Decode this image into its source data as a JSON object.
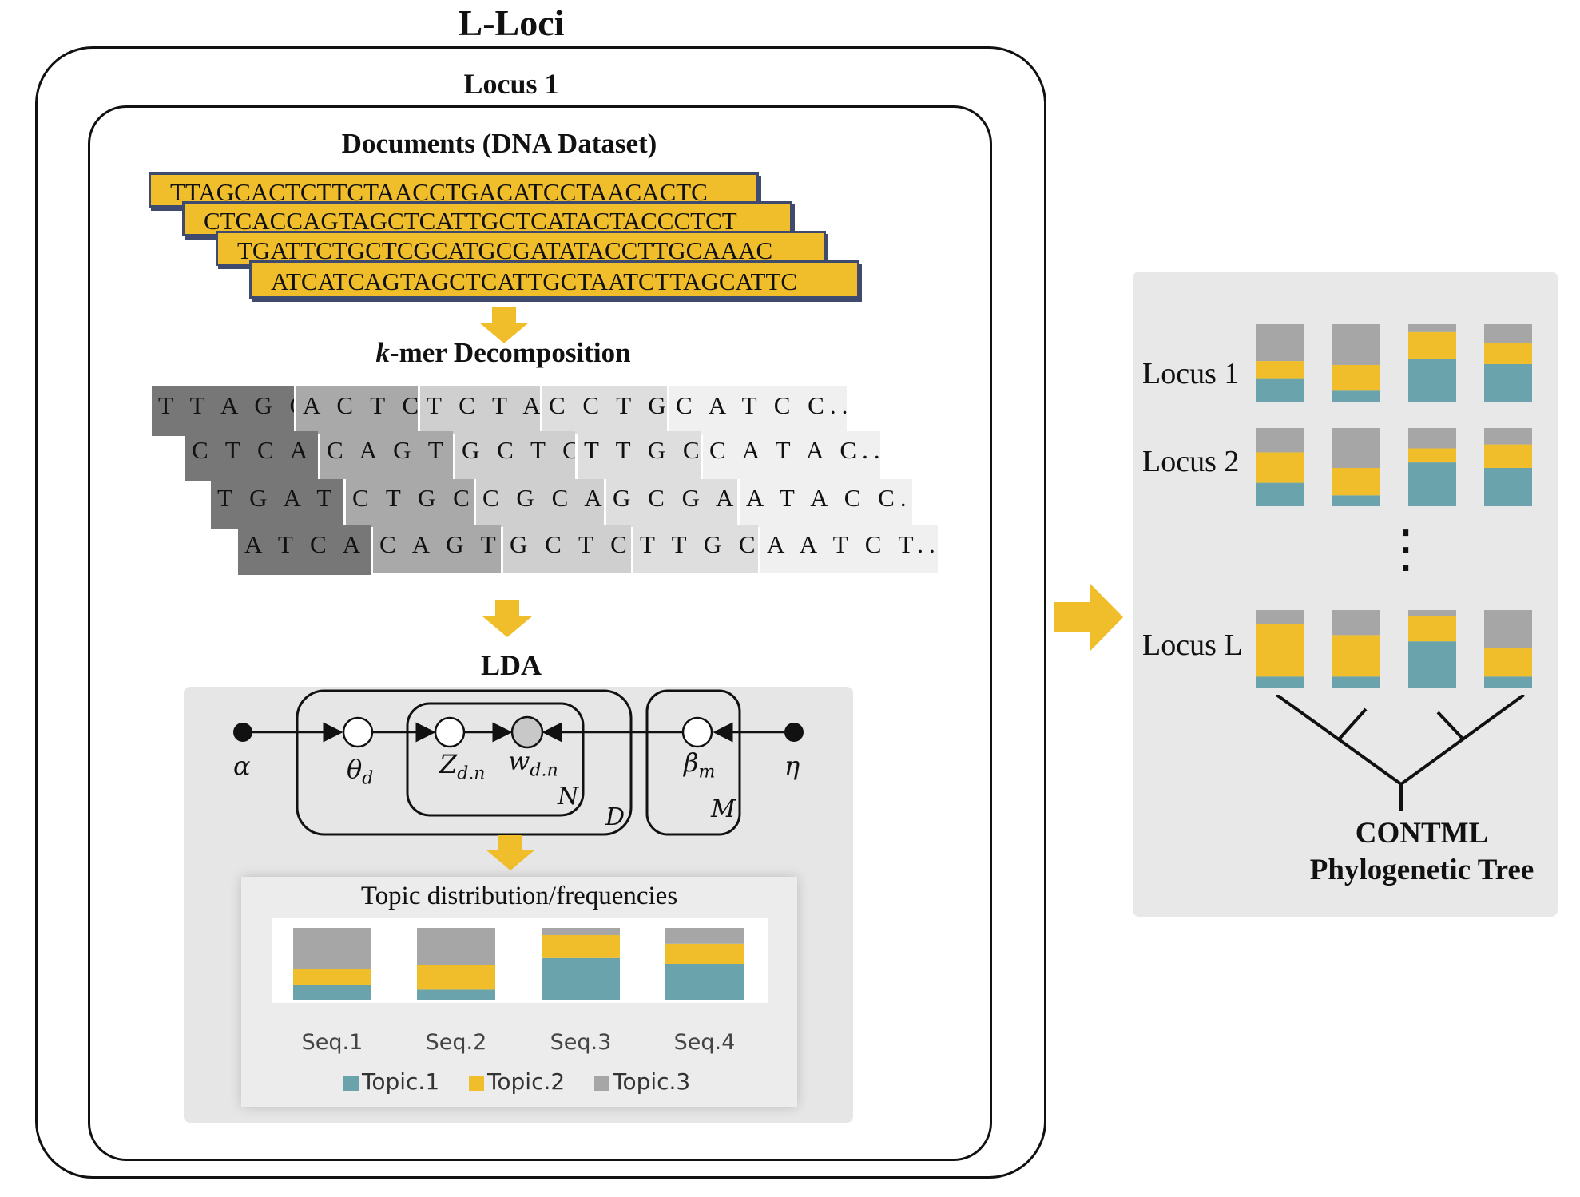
{
  "titles": {
    "outer": "L-Loci",
    "locus": "Locus 1",
    "documents": "Documents (DNA Dataset)",
    "kmer_k": "k",
    "kmer_rest": "-mer Decomposition",
    "lda": "LDA",
    "topic_dist": "Topic distribution/frequencies",
    "contml_line1": "CONTML",
    "contml_line2": "Phylogenetic Tree",
    "vdots": "⋮"
  },
  "documents": [
    "TTAGCACTCTTCTAACCTGACATCCTAACACTC",
    "CTCACCAGTAGCTCATTGCTCATACTACCCTCT",
    "TGATTCTGCTCGCATGCGATATACCTTGCAAAC",
    "ATCATCAGTAGCTCATTGCTAATCTTAGCATTC"
  ],
  "kmers": [
    [
      "T T A G C",
      "A C T C T",
      "T C T A A",
      "C C T G A",
      "C A T C C..."
    ],
    [
      "C T C A C",
      "C A G T A",
      "G C T C A",
      "T T G C T",
      "C A T A C..."
    ],
    [
      "T G A T T",
      "C T G C T",
      "C G C A T",
      "G C G A T",
      "A T A C C..."
    ],
    [
      "A T C A T",
      "C A G T A",
      "G C T C A",
      "T T G C T",
      "A A T C T..."
    ]
  ],
  "lda": {
    "alpha": "α",
    "theta": "θ",
    "theta_sub": "d",
    "z": "Z",
    "z_sub": "d.n",
    "w": "w",
    "w_sub": "d.n",
    "beta": "β",
    "beta_sub": "m",
    "eta": "η",
    "plate_N": "N",
    "plate_D": "D",
    "plate_M": "M"
  },
  "colors": {
    "topic1": "#6aa3ab",
    "topic2": "#f0bd2b",
    "topic3": "#a6a6a6",
    "arrow": "#f0bd2b",
    "doc_border": "#3e4a6e",
    "kmer_shades": [
      "#777777",
      "#a9a9a9",
      "#cfcfcf",
      "#dedede",
      "#f0f0f0"
    ]
  },
  "chart_data": [
    {
      "type": "bar",
      "stacked": true,
      "categories": [
        "Seq.1",
        "Seq.2",
        "Seq.3",
        "Seq.4"
      ],
      "series": [
        {
          "name": "Topic.1",
          "values": [
            0.2,
            0.14,
            0.58,
            0.5
          ]
        },
        {
          "name": "Topic.2",
          "values": [
            0.23,
            0.34,
            0.32,
            0.28
          ]
        },
        {
          "name": "Topic.3",
          "values": [
            0.57,
            0.52,
            0.1,
            0.22
          ]
        }
      ],
      "title": "Topic distribution/frequencies",
      "legend": "bottom",
      "ylim": [
        0,
        1
      ]
    },
    {
      "type": "bar",
      "stacked": true,
      "rows": [
        {
          "label": "Locus 1",
          "columns": [
            [
              0.31,
              0.22,
              0.47
            ],
            [
              0.15,
              0.33,
              0.52
            ],
            [
              0.56,
              0.34,
              0.1
            ],
            [
              0.49,
              0.27,
              0.24
            ]
          ]
        },
        {
          "label": "Locus 2",
          "columns": [
            [
              0.3,
              0.39,
              0.31
            ],
            [
              0.14,
              0.35,
              0.51
            ],
            [
              0.56,
              0.18,
              0.26
            ],
            [
              0.49,
              0.3,
              0.21
            ]
          ]
        },
        {
          "label": "Locus L",
          "columns": [
            [
              0.15,
              0.67,
              0.18
            ],
            [
              0.15,
              0.53,
              0.32
            ],
            [
              0.6,
              0.32,
              0.08
            ],
            [
              0.15,
              0.36,
              0.49
            ]
          ]
        }
      ],
      "ylim": [
        0,
        1
      ]
    }
  ]
}
